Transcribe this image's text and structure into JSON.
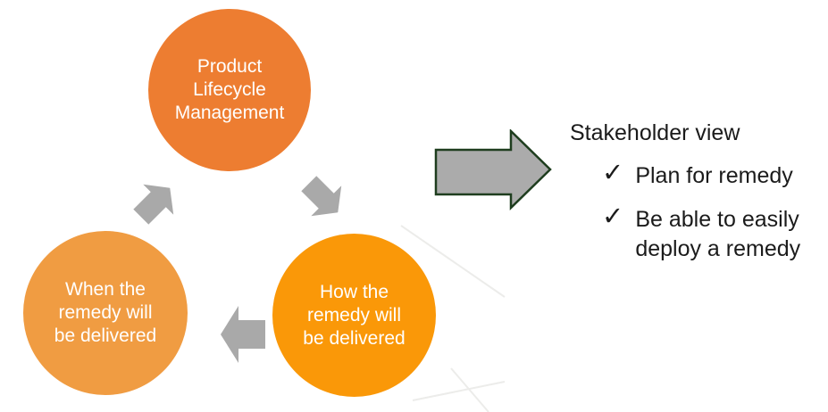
{
  "diagram": {
    "circles": {
      "plm": {
        "lines": [
          "Product",
          "Lifecycle",
          "Management"
        ],
        "color": "#ED7D31"
      },
      "how": {
        "lines": [
          "How the",
          "remedy will",
          "be delivered"
        ],
        "color": "#FA9808"
      },
      "when": {
        "lines": [
          "When the",
          "remedy will",
          "be delivered"
        ],
        "color": "#F09C42"
      }
    },
    "cycle_arrow_color": "#A9A9A9",
    "big_arrow": {
      "fill": "#ABABAB",
      "border": "#1E3D1E"
    }
  },
  "stakeholder": {
    "title": "Stakeholder view",
    "text_color": "#1B1B1B",
    "items": [
      {
        "check": "✓",
        "lines": [
          "Plan for remedy"
        ]
      },
      {
        "check": "✓",
        "lines": [
          "Be able to easily",
          "deploy a remedy"
        ]
      }
    ]
  }
}
